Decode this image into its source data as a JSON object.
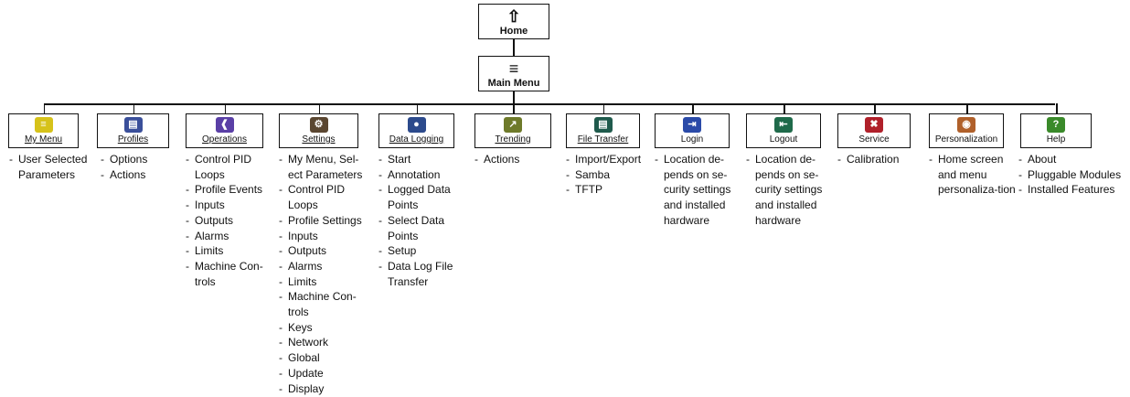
{
  "home": {
    "label": "Home",
    "icon": "home-icon"
  },
  "main_menu": {
    "label": "Main Menu",
    "icon": "menu-icon"
  },
  "categories": [
    {
      "id": "my-menu",
      "label": "My Menu",
      "icon": "my-menu-icon",
      "icon_color": "#d6c21a",
      "items": [
        "User Selected Parameters"
      ]
    },
    {
      "id": "profiles",
      "label": "Profiles",
      "icon": "profiles-icon",
      "icon_color": "#3a4f9a",
      "items": [
        "Options",
        "Actions"
      ]
    },
    {
      "id": "operations",
      "label": "Operations",
      "icon": "operations-icon",
      "icon_color": "#5a3fa6",
      "items": [
        "Control PID Loops",
        "Profile Events",
        "Inputs",
        "Outputs",
        "Alarms",
        "Limits",
        "Machine Con-trols"
      ]
    },
    {
      "id": "settings",
      "label": "Settings",
      "icon": "settings-icon",
      "icon_color": "#5a4630",
      "items": [
        "My Menu, Sel-ect Parameters",
        "Control PID Loops",
        "Profile Settings",
        "Inputs",
        "Outputs",
        "Alarms",
        "Limits",
        "Machine Con-trols",
        "Keys",
        "Network",
        "Global",
        "Update",
        "Display"
      ]
    },
    {
      "id": "data-logging",
      "label": "Data Logging",
      "icon": "database-icon",
      "icon_color": "#2c4a8c",
      "items": [
        "Start",
        "Annotation",
        "Logged Data Points",
        "Select Data Points",
        "Setup",
        "Data Log File Transfer"
      ]
    },
    {
      "id": "trending",
      "label": "Trending",
      "icon": "trending-icon",
      "icon_color": "#6e7a2a",
      "items": [
        "Actions"
      ]
    },
    {
      "id": "file-transfer",
      "label": "File Transfer",
      "icon": "file-transfer-icon",
      "icon_color": "#1f5a4c",
      "items": [
        "Import/Export",
        "Samba",
        "TFTP"
      ]
    },
    {
      "id": "login",
      "label": "Login",
      "icon": "login-icon",
      "icon_color": "#2a4aa8",
      "items": [
        "Location de-pends on se-curity settings and installed hardware"
      ]
    },
    {
      "id": "logout",
      "label": "Logout",
      "icon": "logout-icon",
      "icon_color": "#1f6a4a",
      "items": [
        "Location de-pends on se-curity settings and installed hardware"
      ]
    },
    {
      "id": "service",
      "label": "Service",
      "icon": "service-icon",
      "icon_color": "#b0202a",
      "items": [
        "Calibration"
      ]
    },
    {
      "id": "personalization",
      "label": "Personalization",
      "icon": "personalization-icon",
      "icon_color": "#b0602a",
      "items": [
        "Home screen and menu personaliza-tion"
      ]
    },
    {
      "id": "help",
      "label": "Help",
      "icon": "help-icon",
      "icon_color": "#3a8a2a",
      "items": [
        "About",
        "Pluggable Modules",
        "Installed Features"
      ]
    }
  ]
}
